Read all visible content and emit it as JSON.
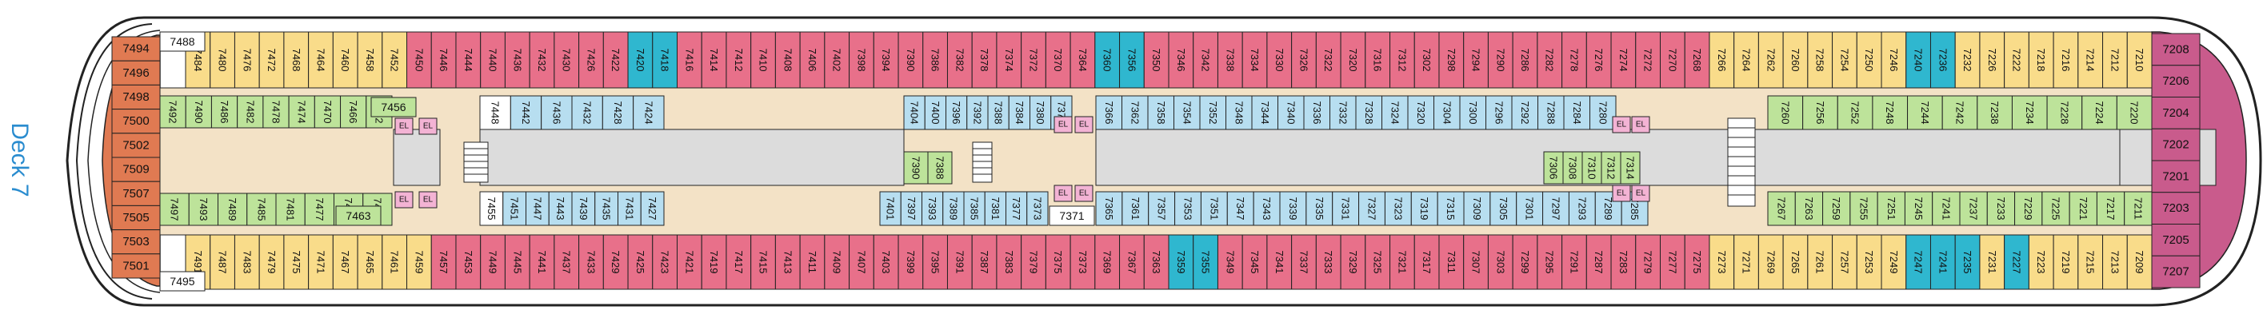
{
  "deck_label": "Deck 7",
  "colors": {
    "outline": "#222222",
    "corridor": "#f3e2c6",
    "void": "#dcdcdc",
    "red": "#e8708a",
    "blue": "#2fb7cf",
    "yellow": "#f9dc8a",
    "green": "#bde39a",
    "lightblue": "#b7def0",
    "purple": "#c95b8c",
    "orange": "#e07a52",
    "white": "#ffffff",
    "pink": "#f3b3d4"
  },
  "rows": {
    "top": [
      {
        "n": "7484",
        "c": "yellow"
      },
      {
        "n": "7480",
        "c": "yellow"
      },
      {
        "n": "7476",
        "c": "yellow"
      },
      {
        "n": "7472",
        "c": "yellow"
      },
      {
        "n": "7468",
        "c": "yellow"
      },
      {
        "n": "7464",
        "c": "yellow"
      },
      {
        "n": "7460",
        "c": "yellow"
      },
      {
        "n": "7458",
        "c": "yellow"
      },
      {
        "n": "7452",
        "c": "yellow"
      },
      {
        "n": "7450",
        "c": "red"
      },
      {
        "n": "7446",
        "c": "red"
      },
      {
        "n": "7444",
        "c": "red"
      },
      {
        "n": "7440",
        "c": "red"
      },
      {
        "n": "7436",
        "c": "red"
      },
      {
        "n": "7432",
        "c": "red"
      },
      {
        "n": "7430",
        "c": "red"
      },
      {
        "n": "7426",
        "c": "red"
      },
      {
        "n": "7422",
        "c": "red"
      },
      {
        "n": "7420",
        "c": "blue"
      },
      {
        "n": "7418",
        "c": "blue"
      },
      {
        "n": "7416",
        "c": "red"
      },
      {
        "n": "7414",
        "c": "red"
      },
      {
        "n": "7412",
        "c": "red"
      },
      {
        "n": "7410",
        "c": "red"
      },
      {
        "n": "7408",
        "c": "red"
      },
      {
        "n": "7406",
        "c": "red"
      },
      {
        "n": "7402",
        "c": "red"
      },
      {
        "n": "7398",
        "c": "red"
      },
      {
        "n": "7394",
        "c": "red"
      },
      {
        "n": "7390",
        "c": "red"
      },
      {
        "n": "7386",
        "c": "red"
      },
      {
        "n": "7382",
        "c": "red"
      },
      {
        "n": "7378",
        "c": "red"
      },
      {
        "n": "7374",
        "c": "red"
      },
      {
        "n": "7372",
        "c": "red"
      },
      {
        "n": "7370",
        "c": "red"
      },
      {
        "n": "7364",
        "c": "red"
      },
      {
        "n": "7360",
        "c": "blue"
      },
      {
        "n": "7356",
        "c": "blue"
      },
      {
        "n": "7350",
        "c": "red"
      },
      {
        "n": "7346",
        "c": "red"
      },
      {
        "n": "7342",
        "c": "red"
      },
      {
        "n": "7338",
        "c": "red"
      },
      {
        "n": "7334",
        "c": "red"
      },
      {
        "n": "7330",
        "c": "red"
      },
      {
        "n": "7326",
        "c": "red"
      },
      {
        "n": "7322",
        "c": "red"
      },
      {
        "n": "7320",
        "c": "red"
      },
      {
        "n": "7316",
        "c": "red"
      },
      {
        "n": "7312",
        "c": "red"
      },
      {
        "n": "7302",
        "c": "red"
      },
      {
        "n": "7298",
        "c": "red"
      },
      {
        "n": "7294",
        "c": "red"
      },
      {
        "n": "7290",
        "c": "red"
      },
      {
        "n": "7286",
        "c": "red"
      },
      {
        "n": "7282",
        "c": "red"
      },
      {
        "n": "7278",
        "c": "red"
      },
      {
        "n": "7276",
        "c": "red"
      },
      {
        "n": "7274",
        "c": "red"
      },
      {
        "n": "7272",
        "c": "red"
      },
      {
        "n": "7270",
        "c": "red"
      },
      {
        "n": "7268",
        "c": "red"
      },
      {
        "n": "7266",
        "c": "yellow"
      },
      {
        "n": "7264",
        "c": "yellow"
      },
      {
        "n": "7262",
        "c": "yellow"
      },
      {
        "n": "7260",
        "c": "yellow"
      },
      {
        "n": "7258",
        "c": "yellow"
      },
      {
        "n": "7254",
        "c": "yellow"
      },
      {
        "n": "7250",
        "c": "yellow"
      },
      {
        "n": "7246",
        "c": "yellow"
      },
      {
        "n": "7240",
        "c": "blue"
      },
      {
        "n": "7236",
        "c": "blue"
      },
      {
        "n": "7232",
        "c": "yellow"
      },
      {
        "n": "7226",
        "c": "yellow"
      },
      {
        "n": "7222",
        "c": "yellow"
      },
      {
        "n": "7218",
        "c": "yellow"
      },
      {
        "n": "7216",
        "c": "yellow"
      },
      {
        "n": "7214",
        "c": "yellow"
      },
      {
        "n": "7212",
        "c": "yellow"
      },
      {
        "n": "7210",
        "c": "yellow"
      }
    ],
    "upper_inner_fwd": [
      {
        "n": "7492",
        "c": "green"
      },
      {
        "n": "7490",
        "c": "green"
      },
      {
        "n": "7486",
        "c": "green"
      },
      {
        "n": "7482",
        "c": "green"
      },
      {
        "n": "7478",
        "c": "green"
      },
      {
        "n": "7474",
        "c": "green"
      },
      {
        "n": "7470",
        "c": "green"
      },
      {
        "n": "7466",
        "c": "green"
      },
      {
        "n": "7462",
        "c": "green"
      }
    ],
    "upper_inner_mid": [
      {
        "n": "7448",
        "c": "white"
      },
      {
        "n": "7442",
        "c": "lightblue"
      },
      {
        "n": "7436",
        "c": "lightblue"
      },
      {
        "n": "7432",
        "c": "lightblue"
      },
      {
        "n": "7428",
        "c": "lightblue"
      },
      {
        "n": "7424",
        "c": "lightblue"
      }
    ],
    "upper_inner_ctr": [
      {
        "n": "7404",
        "c": "lightblue"
      },
      {
        "n": "7400",
        "c": "lightblue"
      },
      {
        "n": "7396",
        "c": "lightblue"
      },
      {
        "n": "7392",
        "c": "lightblue"
      },
      {
        "n": "7388",
        "c": "lightblue"
      },
      {
        "n": "7384",
        "c": "lightblue"
      },
      {
        "n": "7380",
        "c": "lightblue"
      },
      {
        "n": "7376",
        "c": "lightblue"
      }
    ],
    "upper_inner_aft": [
      {
        "n": "7366",
        "c": "lightblue"
      },
      {
        "n": "7362",
        "c": "lightblue"
      },
      {
        "n": "7358",
        "c": "lightblue"
      },
      {
        "n": "7354",
        "c": "lightblue"
      },
      {
        "n": "7352",
        "c": "lightblue"
      },
      {
        "n": "7348",
        "c": "lightblue"
      },
      {
        "n": "7344",
        "c": "lightblue"
      },
      {
        "n": "7340",
        "c": "lightblue"
      },
      {
        "n": "7336",
        "c": "lightblue"
      },
      {
        "n": "7332",
        "c": "lightblue"
      },
      {
        "n": "7328",
        "c": "lightblue"
      },
      {
        "n": "7324",
        "c": "lightblue"
      },
      {
        "n": "7320",
        "c": "lightblue"
      },
      {
        "n": "7304",
        "c": "lightblue"
      },
      {
        "n": "7300",
        "c": "lightblue"
      },
      {
        "n": "7296",
        "c": "lightblue"
      },
      {
        "n": "7292",
        "c": "lightblue"
      },
      {
        "n": "7288",
        "c": "lightblue"
      },
      {
        "n": "7284",
        "c": "lightblue"
      },
      {
        "n": "7280",
        "c": "lightblue"
      }
    ],
    "upper_inner_stern": [
      {
        "n": "7260",
        "c": "green"
      },
      {
        "n": "7256",
        "c": "green"
      },
      {
        "n": "7252",
        "c": "green"
      },
      {
        "n": "7248",
        "c": "green"
      },
      {
        "n": "7244",
        "c": "green"
      },
      {
        "n": "7242",
        "c": "green"
      },
      {
        "n": "7238",
        "c": "green"
      },
      {
        "n": "7234",
        "c": "green"
      },
      {
        "n": "7228",
        "c": "green"
      },
      {
        "n": "7224",
        "c": "green"
      },
      {
        "n": "7220",
        "c": "green"
      }
    ],
    "centre_green_a": [
      {
        "n": "7390",
        "c": "green"
      },
      {
        "n": "7388",
        "c": "green"
      }
    ],
    "centre_green_b": [
      {
        "n": "7306",
        "c": "green"
      },
      {
        "n": "7308",
        "c": "green"
      },
      {
        "n": "7310",
        "c": "green"
      },
      {
        "n": "7312",
        "c": "green"
      },
      {
        "n": "7314",
        "c": "green"
      }
    ],
    "lower_inner_fwd": [
      {
        "n": "7497",
        "c": "green"
      },
      {
        "n": "7493",
        "c": "green"
      },
      {
        "n": "7489",
        "c": "green"
      },
      {
        "n": "7485",
        "c": "green"
      },
      {
        "n": "7481",
        "c": "green"
      },
      {
        "n": "7477",
        "c": "green"
      },
      {
        "n": "7473",
        "c": "green"
      },
      {
        "n": "7469",
        "c": "green"
      }
    ],
    "lower_inner_mid": [
      {
        "n": "7455",
        "c": "white"
      },
      {
        "n": "7451",
        "c": "lightblue"
      },
      {
        "n": "7447",
        "c": "lightblue"
      },
      {
        "n": "7443",
        "c": "lightblue"
      },
      {
        "n": "7439",
        "c": "lightblue"
      },
      {
        "n": "7435",
        "c": "lightblue"
      },
      {
        "n": "7431",
        "c": "lightblue"
      },
      {
        "n": "7427",
        "c": "lightblue"
      }
    ],
    "lower_inner_ctr": [
      {
        "n": "7401",
        "c": "lightblue"
      },
      {
        "n": "7397",
        "c": "lightblue"
      },
      {
        "n": "7393",
        "c": "lightblue"
      },
      {
        "n": "7389",
        "c": "lightblue"
      },
      {
        "n": "7385",
        "c": "lightblue"
      },
      {
        "n": "7381",
        "c": "lightblue"
      },
      {
        "n": "7377",
        "c": "lightblue"
      },
      {
        "n": "7373",
        "c": "lightblue"
      }
    ],
    "lower_inner_aft": [
      {
        "n": "7365",
        "c": "lightblue"
      },
      {
        "n": "7361",
        "c": "lightblue"
      },
      {
        "n": "7357",
        "c": "lightblue"
      },
      {
        "n": "7353",
        "c": "lightblue"
      },
      {
        "n": "7351",
        "c": "lightblue"
      },
      {
        "n": "7347",
        "c": "lightblue"
      },
      {
        "n": "7343",
        "c": "lightblue"
      },
      {
        "n": "7339",
        "c": "lightblue"
      },
      {
        "n": "7335",
        "c": "lightblue"
      },
      {
        "n": "7331",
        "c": "lightblue"
      },
      {
        "n": "7327",
        "c": "lightblue"
      },
      {
        "n": "7323",
        "c": "lightblue"
      },
      {
        "n": "7319",
        "c": "lightblue"
      },
      {
        "n": "7315",
        "c": "lightblue"
      },
      {
        "n": "7309",
        "c": "lightblue"
      },
      {
        "n": "7305",
        "c": "lightblue"
      },
      {
        "n": "7301",
        "c": "lightblue"
      },
      {
        "n": "7297",
        "c": "lightblue"
      },
      {
        "n": "7293",
        "c": "lightblue"
      },
      {
        "n": "7289",
        "c": "lightblue"
      },
      {
        "n": "7285",
        "c": "lightblue"
      }
    ],
    "lower_inner_stern": [
      {
        "n": "7267",
        "c": "green"
      },
      {
        "n": "7263",
        "c": "green"
      },
      {
        "n": "7259",
        "c": "green"
      },
      {
        "n": "7255",
        "c": "green"
      },
      {
        "n": "7251",
        "c": "green"
      },
      {
        "n": "7245",
        "c": "green"
      },
      {
        "n": "7241",
        "c": "green"
      },
      {
        "n": "7237",
        "c": "green"
      },
      {
        "n": "7233",
        "c": "green"
      },
      {
        "n": "7229",
        "c": "green"
      },
      {
        "n": "7225",
        "c": "green"
      },
      {
        "n": "7221",
        "c": "green"
      },
      {
        "n": "7217",
        "c": "green"
      },
      {
        "n": "7211",
        "c": "green"
      }
    ],
    "bottom": [
      {
        "n": "7491",
        "c": "yellow"
      },
      {
        "n": "7487",
        "c": "yellow"
      },
      {
        "n": "7483",
        "c": "yellow"
      },
      {
        "n": "7479",
        "c": "yellow"
      },
      {
        "n": "7475",
        "c": "yellow"
      },
      {
        "n": "7471",
        "c": "yellow"
      },
      {
        "n": "7467",
        "c": "yellow"
      },
      {
        "n": "7465",
        "c": "yellow"
      },
      {
        "n": "7461",
        "c": "yellow"
      },
      {
        "n": "7459",
        "c": "yellow"
      },
      {
        "n": "7457",
        "c": "red"
      },
      {
        "n": "7453",
        "c": "red"
      },
      {
        "n": "7449",
        "c": "red"
      },
      {
        "n": "7445",
        "c": "red"
      },
      {
        "n": "7441",
        "c": "red"
      },
      {
        "n": "7437",
        "c": "red"
      },
      {
        "n": "7433",
        "c": "red"
      },
      {
        "n": "7429",
        "c": "red"
      },
      {
        "n": "7425",
        "c": "red"
      },
      {
        "n": "7423",
        "c": "red"
      },
      {
        "n": "7421",
        "c": "red"
      },
      {
        "n": "7419",
        "c": "red"
      },
      {
        "n": "7417",
        "c": "red"
      },
      {
        "n": "7415",
        "c": "red"
      },
      {
        "n": "7413",
        "c": "red"
      },
      {
        "n": "7411",
        "c": "red"
      },
      {
        "n": "7409",
        "c": "red"
      },
      {
        "n": "7407",
        "c": "red"
      },
      {
        "n": "7403",
        "c": "red"
      },
      {
        "n": "7399",
        "c": "red"
      },
      {
        "n": "7395",
        "c": "red"
      },
      {
        "n": "7391",
        "c": "red"
      },
      {
        "n": "7387",
        "c": "red"
      },
      {
        "n": "7383",
        "c": "red"
      },
      {
        "n": "7379",
        "c": "red"
      },
      {
        "n": "7375",
        "c": "red"
      },
      {
        "n": "7373",
        "c": "red"
      },
      {
        "n": "7369",
        "c": "red"
      },
      {
        "n": "7367",
        "c": "red"
      },
      {
        "n": "7363",
        "c": "red"
      },
      {
        "n": "7359",
        "c": "blue"
      },
      {
        "n": "7355",
        "c": "blue"
      },
      {
        "n": "7349",
        "c": "red"
      },
      {
        "n": "7345",
        "c": "red"
      },
      {
        "n": "7341",
        "c": "red"
      },
      {
        "n": "7337",
        "c": "red"
      },
      {
        "n": "7333",
        "c": "red"
      },
      {
        "n": "7329",
        "c": "red"
      },
      {
        "n": "7325",
        "c": "red"
      },
      {
        "n": "7321",
        "c": "red"
      },
      {
        "n": "7317",
        "c": "red"
      },
      {
        "n": "7311",
        "c": "red"
      },
      {
        "n": "7307",
        "c": "red"
      },
      {
        "n": "7303",
        "c": "red"
      },
      {
        "n": "7299",
        "c": "red"
      },
      {
        "n": "7295",
        "c": "red"
      },
      {
        "n": "7291",
        "c": "red"
      },
      {
        "n": "7287",
        "c": "red"
      },
      {
        "n": "7283",
        "c": "red"
      },
      {
        "n": "7279",
        "c": "red"
      },
      {
        "n": "7277",
        "c": "red"
      },
      {
        "n": "7275",
        "c": "red"
      },
      {
        "n": "7273",
        "c": "yellow"
      },
      {
        "n": "7271",
        "c": "yellow"
      },
      {
        "n": "7269",
        "c": "yellow"
      },
      {
        "n": "7265",
        "c": "yellow"
      },
      {
        "n": "7261",
        "c": "yellow"
      },
      {
        "n": "7257",
        "c": "yellow"
      },
      {
        "n": "7253",
        "c": "yellow"
      },
      {
        "n": "7249",
        "c": "yellow"
      },
      {
        "n": "7247",
        "c": "blue"
      },
      {
        "n": "7241",
        "c": "blue"
      },
      {
        "n": "7235",
        "c": "blue"
      },
      {
        "n": "7231",
        "c": "yellow"
      },
      {
        "n": "7227",
        "c": "blue"
      },
      {
        "n": "7223",
        "c": "yellow"
      },
      {
        "n": "7219",
        "c": "yellow"
      },
      {
        "n": "7215",
        "c": "yellow"
      },
      {
        "n": "7213",
        "c": "yellow"
      },
      {
        "n": "7209",
        "c": "yellow"
      }
    ]
  },
  "bow_cabins": [
    {
      "n": "7494",
      "c": "orange"
    },
    {
      "n": "7496",
      "c": "orange"
    },
    {
      "n": "7498",
      "c": "orange"
    },
    {
      "n": "7500",
      "c": "orange"
    },
    {
      "n": "7502",
      "c": "orange"
    },
    {
      "n": "7509",
      "c": "orange"
    },
    {
      "n": "7507",
      "c": "orange"
    },
    {
      "n": "7505",
      "c": "orange"
    },
    {
      "n": "7503",
      "c": "orange"
    },
    {
      "n": "7501",
      "c": "orange"
    }
  ],
  "stern_cabins": [
    {
      "n": "7208",
      "c": "purple"
    },
    {
      "n": "7206",
      "c": "purple"
    },
    {
      "n": "7204",
      "c": "purple"
    },
    {
      "n": "7202",
      "c": "purple"
    },
    {
      "n": "7201",
      "c": "purple"
    },
    {
      "n": "7203",
      "c": "purple"
    },
    {
      "n": "7205",
      "c": "purple"
    },
    {
      "n": "7207",
      "c": "purple"
    }
  ],
  "special": {
    "fwd_white_top": "7488",
    "fwd_white_bottom": "7495",
    "fwd_green_top": "7456",
    "fwd_green_bottom": "7463",
    "mid_box": "7371",
    "elevator": "EL"
  }
}
